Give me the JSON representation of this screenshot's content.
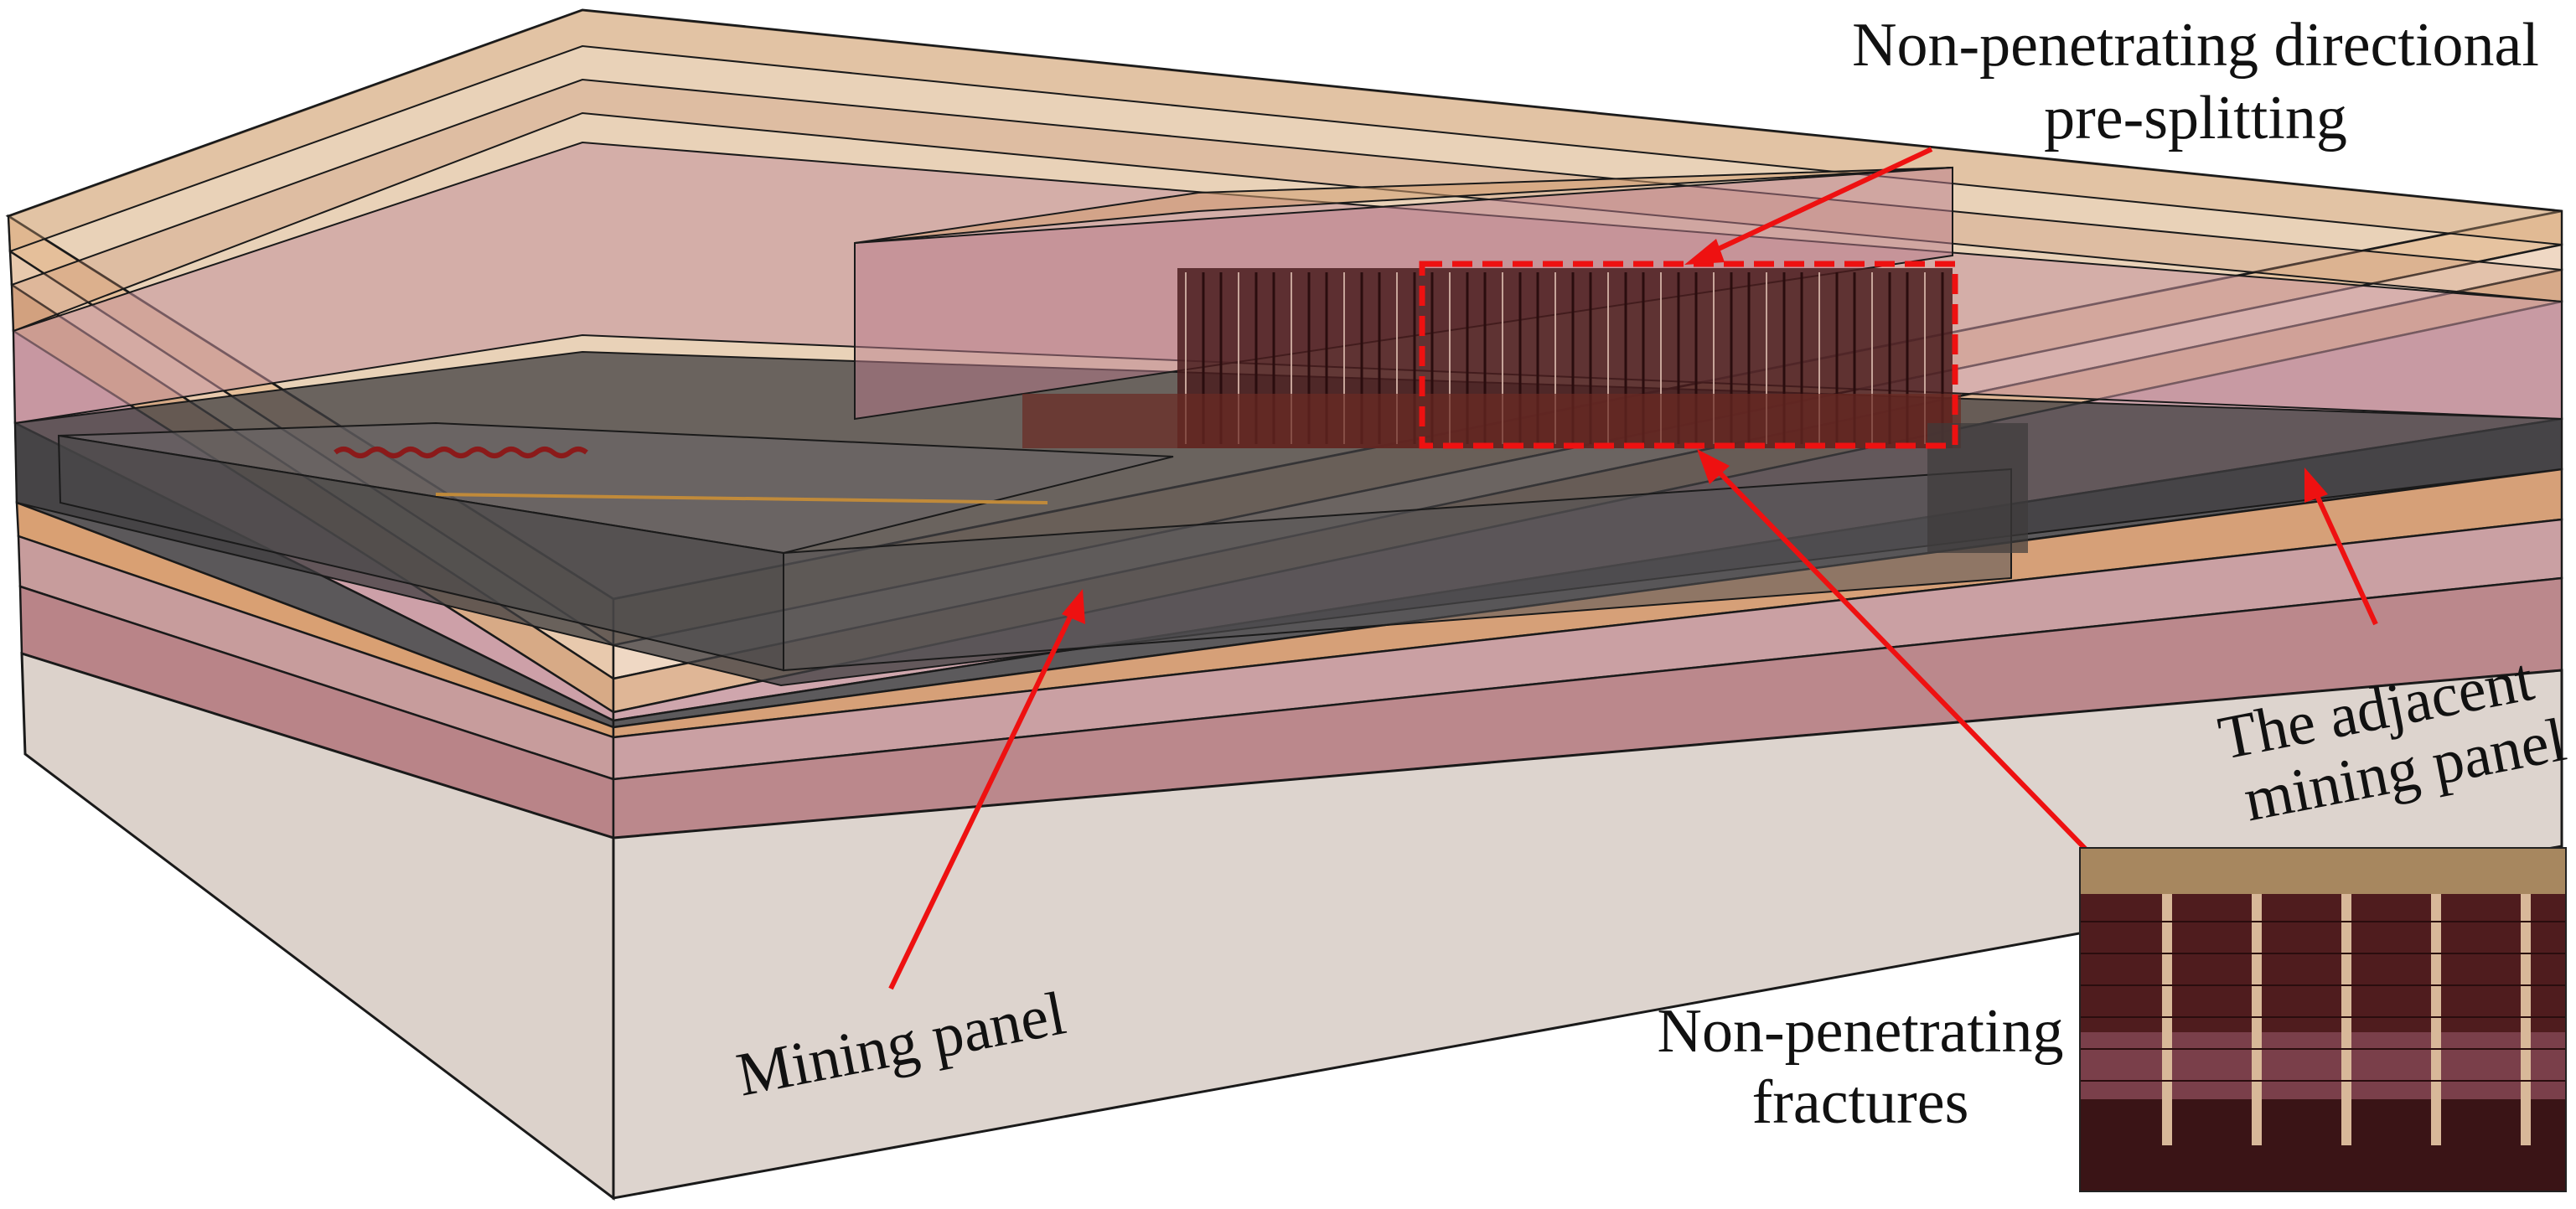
{
  "labels": {
    "presplit_line1": "Non-penetrating directional",
    "presplit_line2": "pre-splitting",
    "adjacent_line1": "The adjacent",
    "adjacent_line2": "mining panel",
    "fractures_line1": "Non-penetrating",
    "fractures_line2": "fractures",
    "mining_panel": "Mining panel"
  },
  "colors": {
    "annotation": "#ee1111",
    "outline": "#1a1a1a",
    "strata_tan": "#e6c7a7",
    "strata_orange": "#d9a06c",
    "strata_pink": "#caa0a6",
    "strata_rose": "#b98086",
    "coal_dark": "#4f4d4f",
    "fracture_dark": "#4a1d1e",
    "floor_grey": "#ddd3cc"
  }
}
